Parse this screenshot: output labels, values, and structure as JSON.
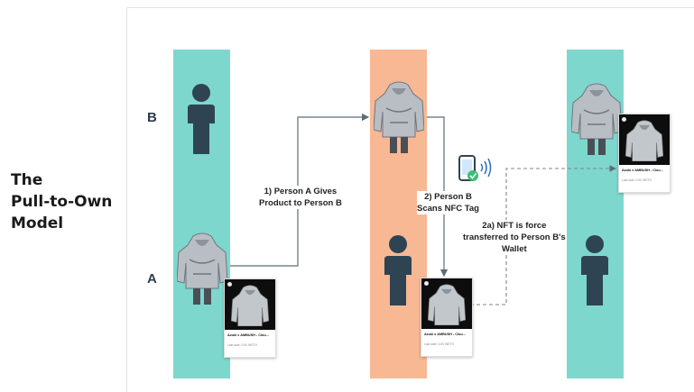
{
  "title_lines": [
    "The",
    "Pull-to-Own",
    "Model"
  ],
  "row_labels": {
    "b": "B",
    "a": "A"
  },
  "steps": {
    "step1": [
      "1) Person A Gives",
      "Product to Person B"
    ],
    "step2": [
      "2) Person B",
      "Scans NFC Tag"
    ],
    "step2a": [
      "2a) NFT is force",
      "transferred to Person B's",
      "Wallet"
    ]
  },
  "nft_card": {
    "title": "Azuki x AMBUSH - Clou...",
    "subtitle": "Last sale: 0.00 WETH"
  },
  "colors": {
    "teal": "#7ed7cd",
    "peach": "#f8b893",
    "person": "#2f4452",
    "arrow": "#5e6c78",
    "hoodie": "#b9bec4"
  },
  "icons": [
    "person-icon",
    "hoodie-icon",
    "phone-nfc-icon",
    "check-icon",
    "nfc-waves-icon"
  ]
}
